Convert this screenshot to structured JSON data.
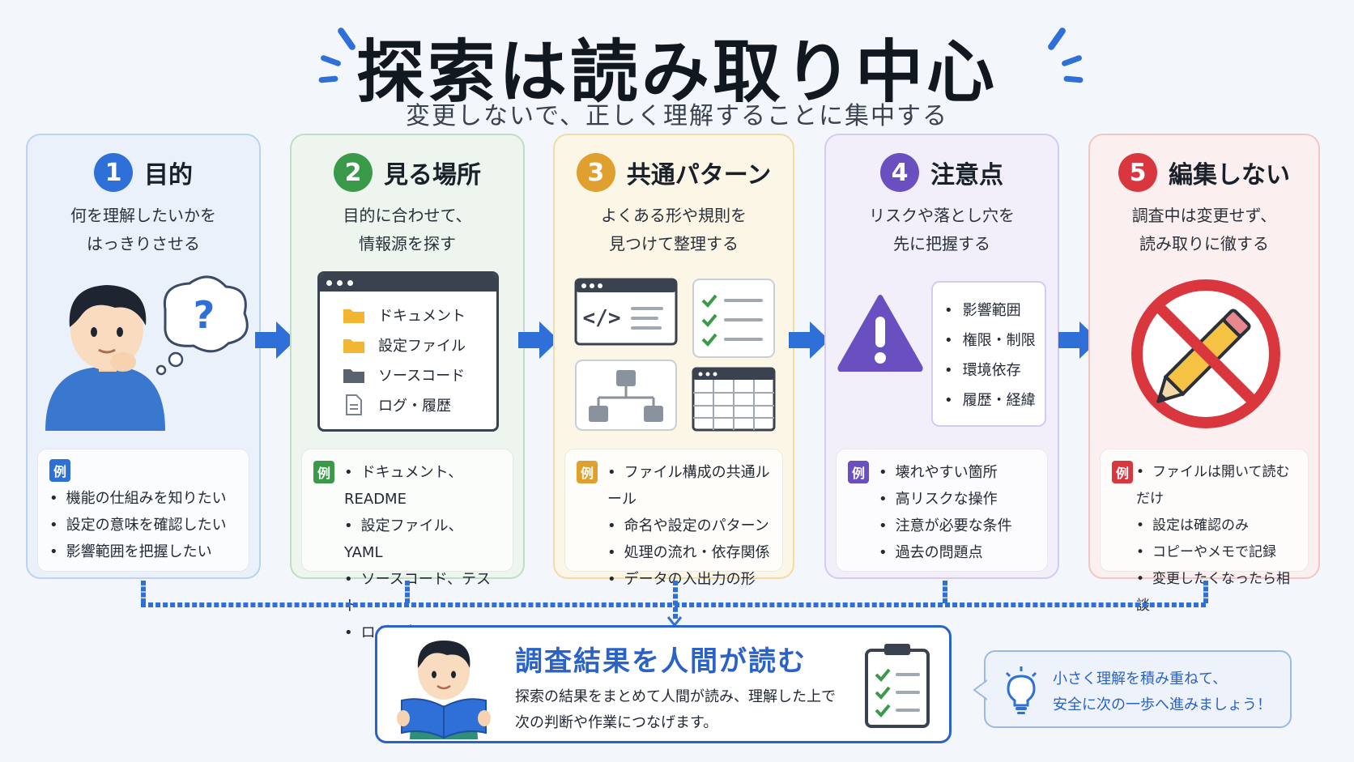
{
  "title": "探索は読み取り中心",
  "subtitle": "変更しないで、正しく理解することに集中する",
  "colors": {
    "blue": "#2f6fd8",
    "green": "#3a9a4a",
    "amber": "#e0a030",
    "purple": "#6a4fc0",
    "red": "#d9363e"
  },
  "cards": [
    {
      "number": "1",
      "title": "目的",
      "desc": [
        "何を理解したいかを",
        "はっきりさせる"
      ],
      "example_label": "例",
      "examples": [
        "機能の仕組みを知りたい",
        "設定の意味を確認したい",
        "影響範囲を把握したい"
      ]
    },
    {
      "number": "2",
      "title": "見る場所",
      "desc": [
        "目的に合わせて、",
        "情報源を探す"
      ],
      "sources": [
        "ドキュメント",
        "設定ファイル",
        "ソースコード",
        "ログ・履歴"
      ],
      "example_label": "例",
      "examples": [
        "ドキュメント、README",
        "設定ファイル、YAML",
        "ソースコード、テスト",
        "ログ、変更履歴"
      ]
    },
    {
      "number": "3",
      "title": "共通パターン",
      "desc": [
        "よくある形や規則を",
        "見つけて整理する"
      ],
      "example_label": "例",
      "examples": [
        "ファイル構成の共通ルール",
        "命名や設定のパターン",
        "処理の流れ・依存関係",
        "データの入出力の形"
      ]
    },
    {
      "number": "4",
      "title": "注意点",
      "desc": [
        "リスクや落とし穴を",
        "先に把握する"
      ],
      "risks": [
        "影響範囲",
        "権限・制限",
        "環境依存",
        "履歴・経緯"
      ],
      "example_label": "例",
      "examples": [
        "壊れやすい箇所",
        "高リスクな操作",
        "注意が必要な条件",
        "過去の問題点"
      ]
    },
    {
      "number": "5",
      "title": "編集しない",
      "desc": [
        "調査中は変更せず、",
        "読み取りに徹する"
      ],
      "example_label": "例",
      "examples": [
        "ファイルは開いて読むだけ",
        "設定は確認のみ",
        "コピーやメモで記録",
        "変更したくなったら相談"
      ]
    }
  ],
  "result": {
    "title": "調査結果を人間が読む",
    "text": [
      "探索の結果をまとめて人間が読み、理解した上で",
      "次の判断や作業につなげます。"
    ]
  },
  "tip": {
    "text": [
      "小さく理解を積み重ねて、",
      "安全に次の一歩へ進みましょう！"
    ]
  }
}
